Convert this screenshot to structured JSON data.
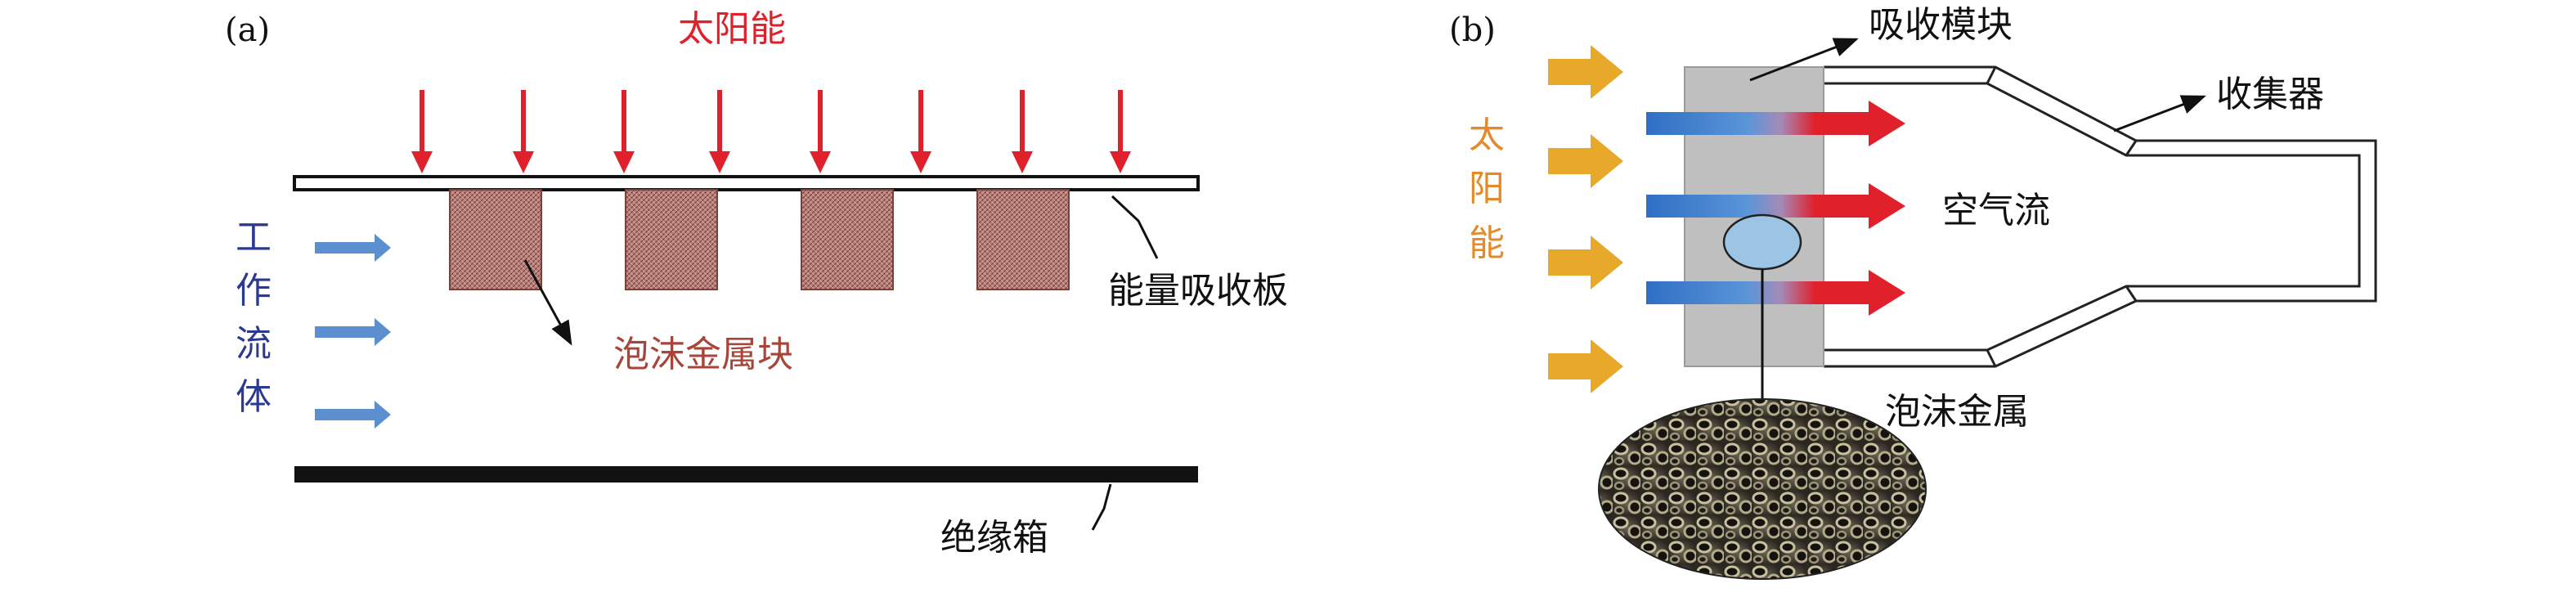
{
  "panel_a": {
    "panel_label": "(a)",
    "solar_energy": "太阳能",
    "working_fluid": "工作流体",
    "foam_metal_block": "泡沫金属块",
    "absorber_plate": "能量吸收板",
    "insulation_box": "绝缘箱"
  },
  "panel_b": {
    "panel_label": "(b)",
    "solar_energy": "太阳能",
    "absorber_module": "吸收模块",
    "collector": "收集器",
    "air_flow": "空气流",
    "foam_metal": "泡沫金属"
  },
  "colors": {
    "solar_arrow_red": "#e0202a",
    "fluid_arrow_blue": "#5b8fd0",
    "working_fluid_text": "#2b3a8f",
    "foam_label_brown": "#a8453a",
    "foam_block_fill": "#b8807a",
    "solar_text_orange": "#e58a2a",
    "yellow_arrow": "#e8a82a",
    "module_gray": "#bfbfbf",
    "flow_blue": "#3a78c8",
    "flow_red": "#e0202a"
  }
}
